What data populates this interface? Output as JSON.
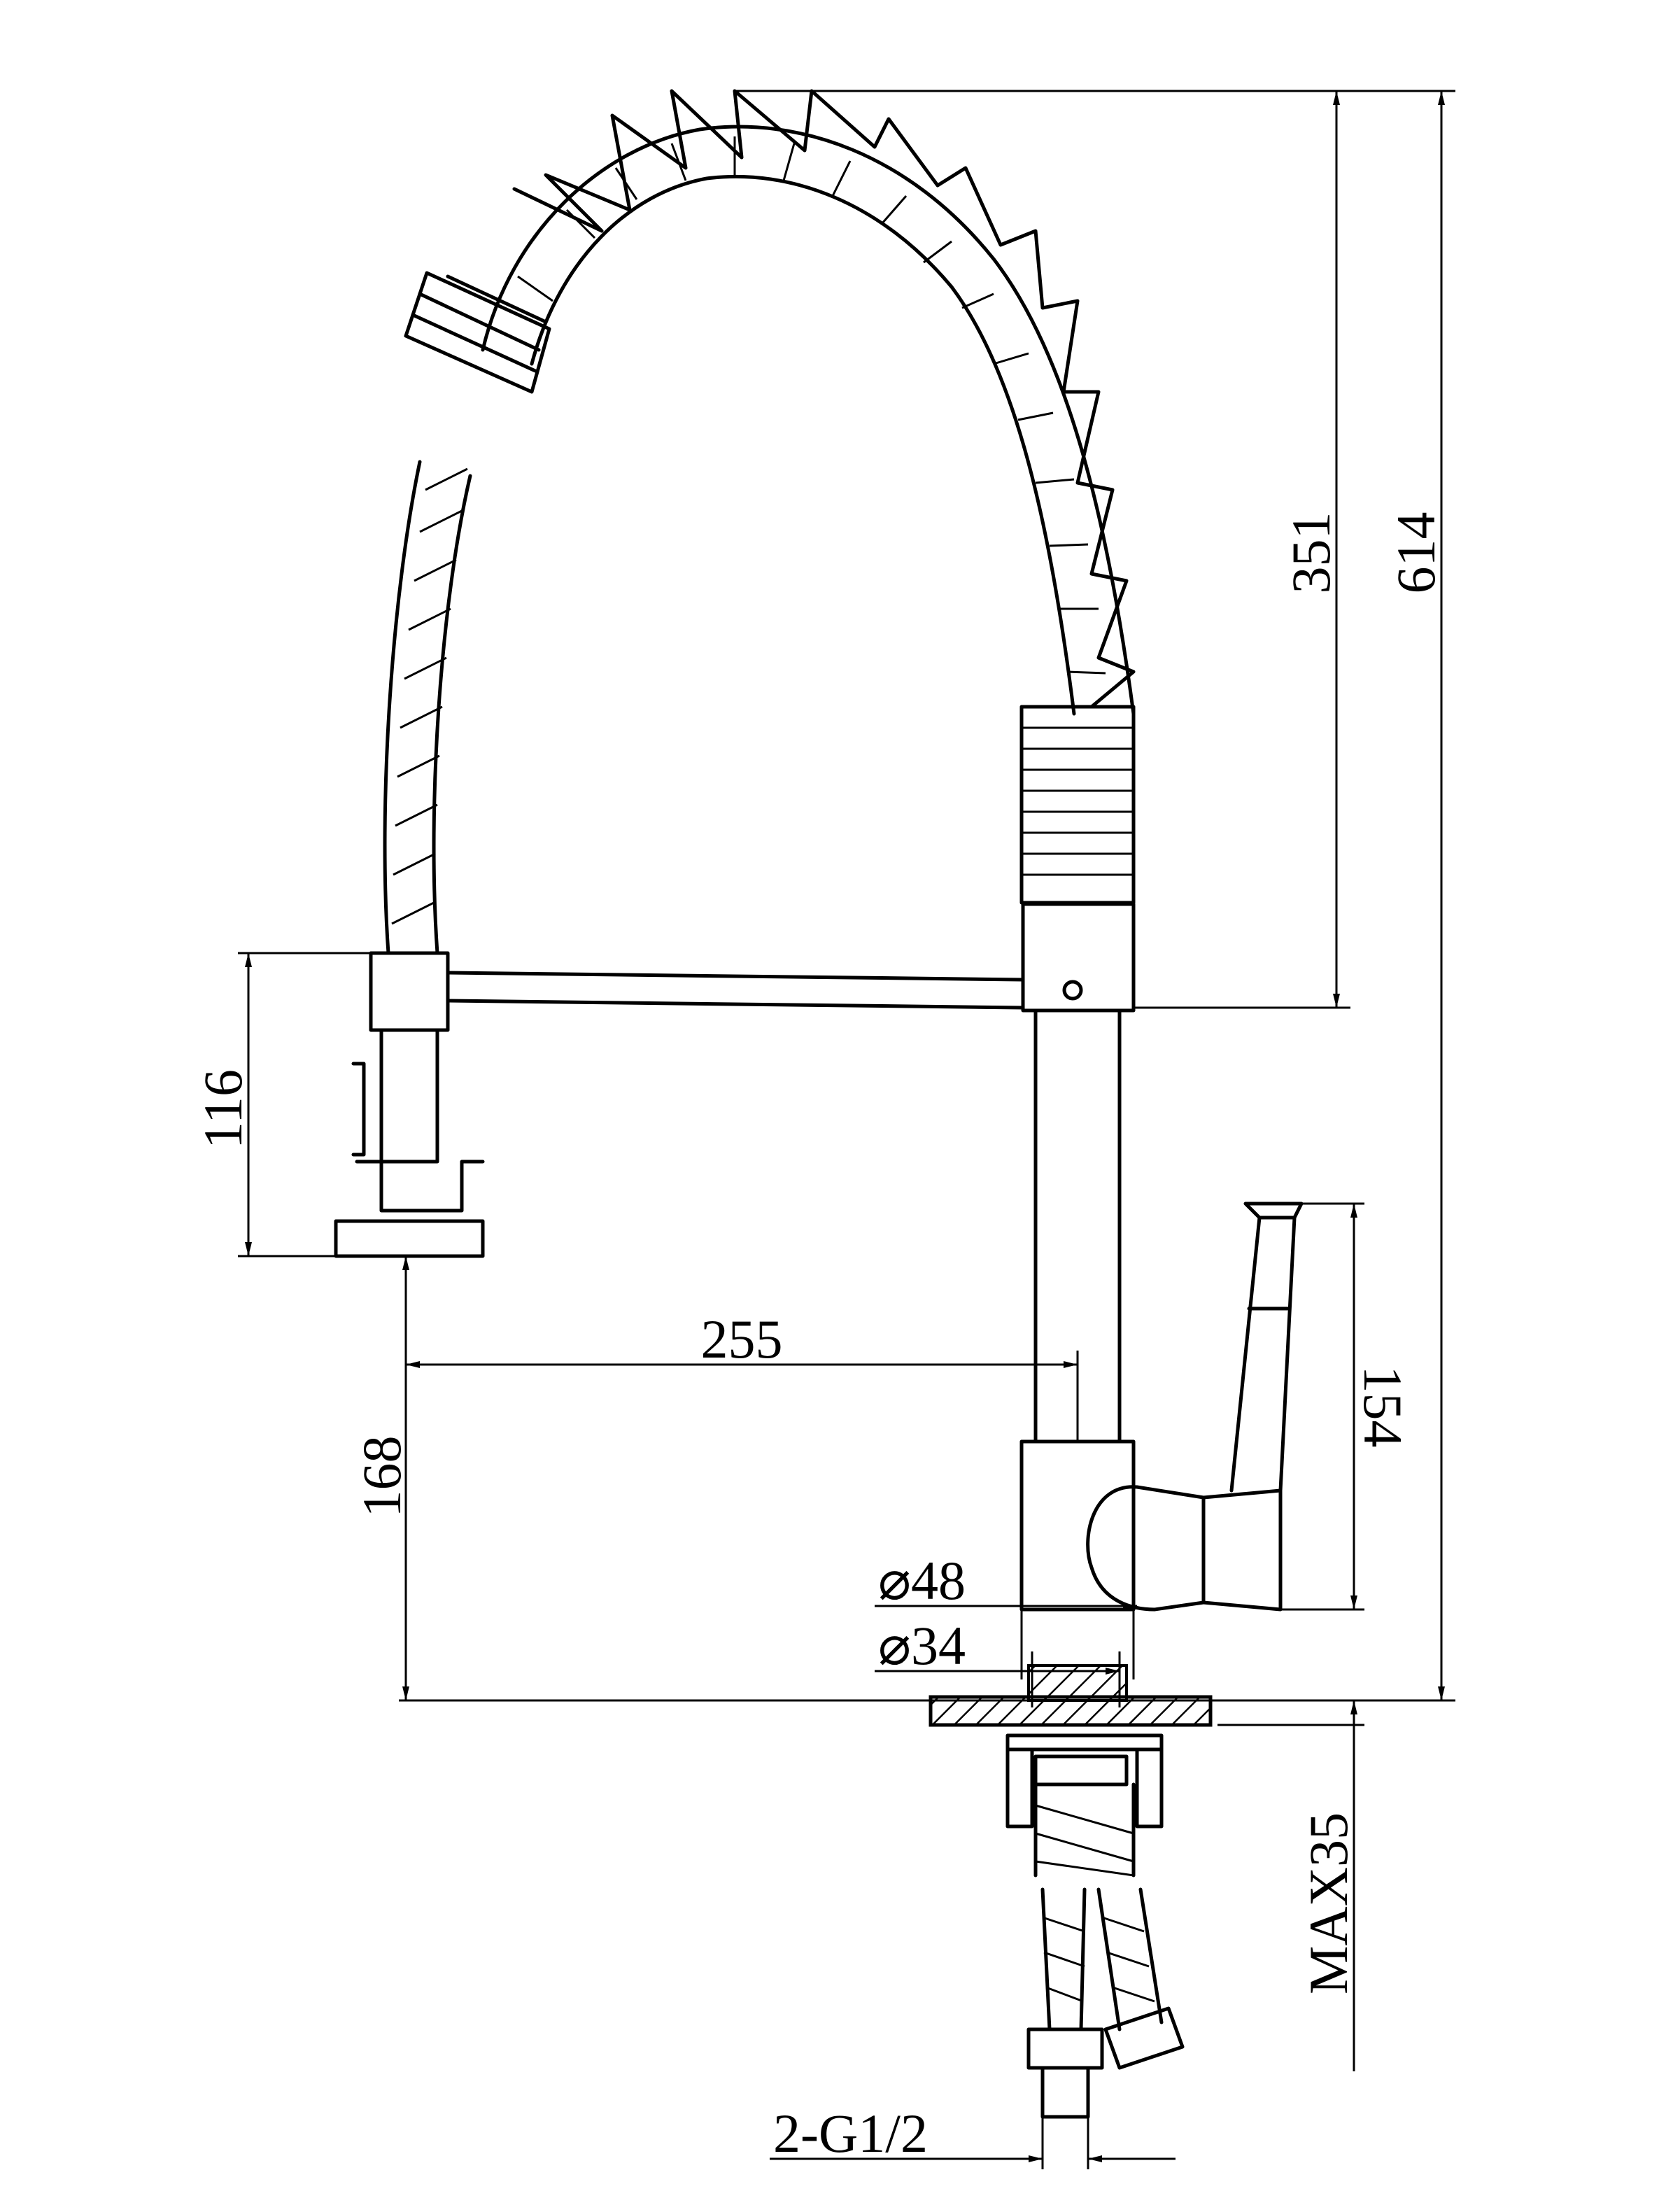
{
  "dimensions": {
    "spout_height": "351",
    "total_height": "614",
    "spray_head_height": "116",
    "reach": "255",
    "clearance": "168",
    "handle_height": "154",
    "body_diameter": "⌀48",
    "base_diameter": "⌀34",
    "max_deck_thickness": "MAX35",
    "connection": "2-G1/2"
  },
  "colors": {
    "line": "#000000",
    "background": "#ffffff"
  }
}
